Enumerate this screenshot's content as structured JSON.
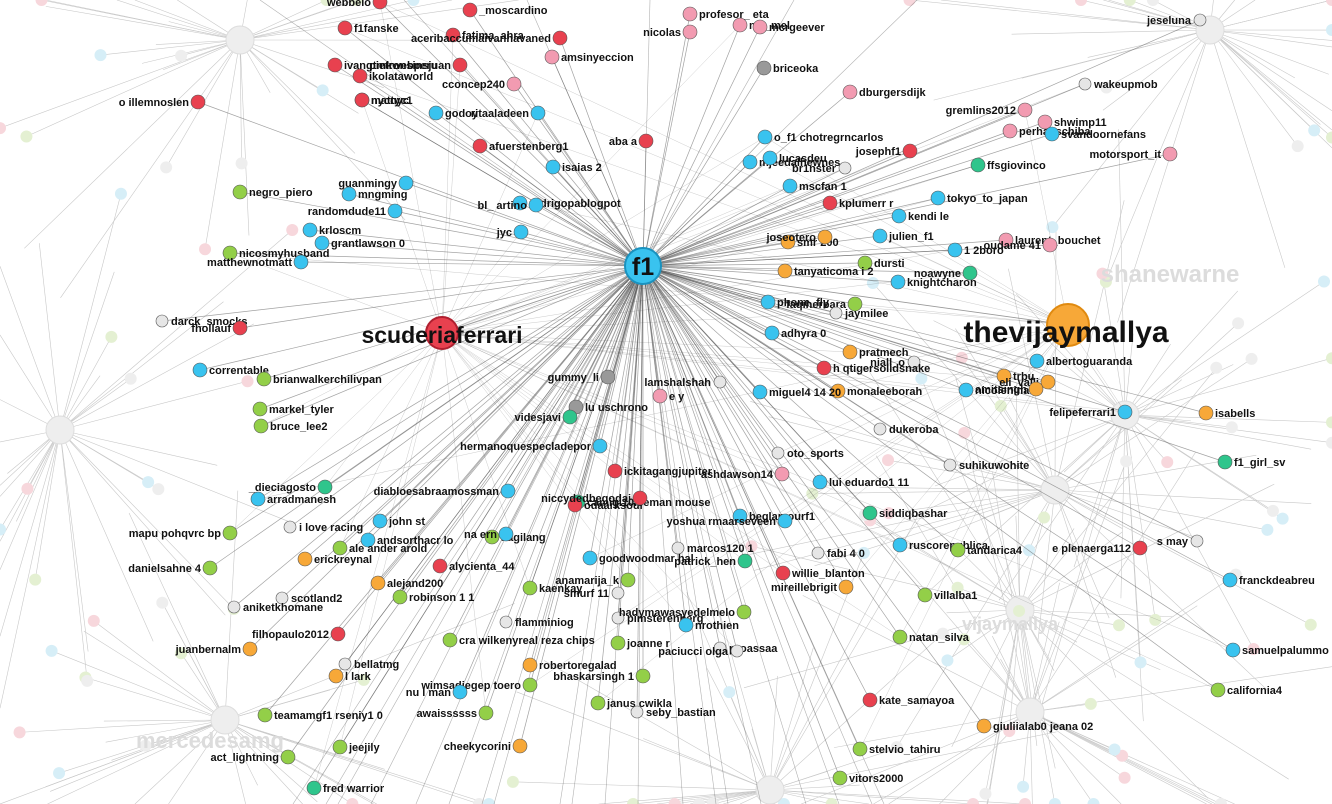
{
  "hub": {
    "label": "f1"
  },
  "colors": {
    "red": "#e8414f",
    "blue": "#39c3ef",
    "green": "#93cf48",
    "orange": "#f7a838",
    "pink": "#f29bb1",
    "teal": "#2fc58c",
    "gray": "#999999",
    "faint": "#e6e6e6",
    "edge": "#555555",
    "faint_edge": "#c8c8c8"
  },
  "big_labels": [
    {
      "label": "scuderiaferrari",
      "color": "red"
    },
    {
      "label": "thevijaymallya",
      "color": "orange"
    }
  ],
  "faint_labels": [
    "shanewarne",
    "mercedesamg",
    "vijaymallya"
  ],
  "nodes": [
    {
      "label": "webbelo",
      "c": "red"
    },
    {
      "label": "_moscardino",
      "c": "red"
    },
    {
      "label": "profesor_ eta",
      "c": "pink"
    },
    {
      "label": "nicolas",
      "c": "pink"
    },
    {
      "label": "mc_mel",
      "c": "pink"
    },
    {
      "label": "mcrgeever",
      "c": "pink"
    },
    {
      "label": "jeseluna",
      "c": "faint"
    },
    {
      "label": "f1fanske",
      "c": "red"
    },
    {
      "label": "fatima_ahra",
      "c": "red"
    },
    {
      "label": "aceribaccumaivanhavaned",
      "c": "red"
    },
    {
      "label": "amsinyeccion",
      "c": "pink"
    },
    {
      "label": "ivangtmkwebperu",
      "c": "red"
    },
    {
      "label": "pietronsinsjuan",
      "c": "red"
    },
    {
      "label": "briceoka",
      "c": "gray"
    },
    {
      "label": "ikolataworld",
      "c": "red"
    },
    {
      "label": "cconcep240",
      "c": "pink"
    },
    {
      "label": "wakeupmob",
      "c": "faint"
    },
    {
      "label": "dburgersdijk",
      "c": "pink"
    },
    {
      "label": "o illemnoslen",
      "c": "red"
    },
    {
      "label": "mattyc1",
      "c": "red"
    },
    {
      "label": "nycnyc",
      "c": "red"
    },
    {
      "label": "gremlins2012",
      "c": "pink"
    },
    {
      "label": "shwimp11",
      "c": "pink"
    },
    {
      "label": "godoy",
      "c": "blue"
    },
    {
      "label": "ritaaladeen",
      "c": "blue"
    },
    {
      "label": "perhapschiba",
      "c": "pink"
    },
    {
      "label": "svandoornefans",
      "c": "blue"
    },
    {
      "label": "aba a",
      "c": "red"
    },
    {
      "label": "o_f1 chotregrncarlos",
      "c": "blue"
    },
    {
      "label": "afuerstenberg1",
      "c": "red"
    },
    {
      "label": "josephf1",
      "c": "red"
    },
    {
      "label": "mjeedalhewnes",
      "c": "blue"
    },
    {
      "label": "ffsgiovinco",
      "c": "teal"
    },
    {
      "label": "motorsport_it",
      "c": "pink"
    },
    {
      "label": "isaias 2",
      "c": "blue"
    },
    {
      "label": "lucasdeu",
      "c": "blue"
    },
    {
      "label": "br1nster",
      "c": "faint"
    },
    {
      "label": "negro_piero",
      "c": "green"
    },
    {
      "label": "mngming",
      "c": "blue"
    },
    {
      "label": "guanmingy",
      "c": "blue"
    },
    {
      "label": "mscfan 1",
      "c": "blue"
    },
    {
      "label": "rodrigopablogpot",
      "c": "blue"
    },
    {
      "label": "bl_ artino",
      "c": "blue"
    },
    {
      "label": "kplumerr r",
      "c": "red"
    },
    {
      "label": "tokyo_to_japan",
      "c": "blue"
    },
    {
      "label": "randomdude11",
      "c": "blue"
    },
    {
      "label": "krloscm",
      "c": "blue"
    },
    {
      "label": "kendi le",
      "c": "blue"
    },
    {
      "label": "jyc",
      "c": "blue"
    },
    {
      "label": "julien_f1",
      "c": "blue"
    },
    {
      "label": "smr 200",
      "c": "orange"
    },
    {
      "label": "joseotero",
      "c": "orange"
    },
    {
      "label": "1 2boro",
      "c": "blue"
    },
    {
      "label": "laurent_bouchet",
      "c": "pink"
    },
    {
      "label": "oudame 41",
      "c": "pink"
    },
    {
      "label": "grantlawson 0",
      "c": "blue"
    },
    {
      "label": "nicosmyhusband",
      "c": "green"
    },
    {
      "label": "matthewnotmatt",
      "c": "blue"
    },
    {
      "label": "dursti",
      "c": "green"
    },
    {
      "label": "tanyaticoma i 2",
      "c": "orange"
    },
    {
      "label": "noawyne",
      "c": "teal"
    },
    {
      "label": "knightcharon",
      "c": "blue"
    },
    {
      "label": "phone_fly",
      "c": "blue"
    },
    {
      "label": "faqiherbara",
      "c": "green"
    },
    {
      "label": "jaymilee",
      "c": "faint"
    },
    {
      "label": "darck_smocks",
      "c": "faint"
    },
    {
      "label": "fhollauf",
      "c": "red"
    },
    {
      "label": "adhyra 0",
      "c": "blue"
    },
    {
      "label": "pratmech",
      "c": "orange"
    },
    {
      "label": "niall_o",
      "c": "faint"
    },
    {
      "label": "albertoguaranda",
      "c": "blue"
    },
    {
      "label": "trbu",
      "c": "orange"
    },
    {
      "label": "eli_valli",
      "c": "orange"
    },
    {
      "label": "correntable",
      "c": "blue"
    },
    {
      "label": "brianwalkerchilivpan",
      "c": "green"
    },
    {
      "label": "gummy_li",
      "c": "gray"
    },
    {
      "label": "h qtigersolidsnake",
      "c": "red"
    },
    {
      "label": "monaleeborah",
      "c": "orange"
    },
    {
      "label": "lamshalshah",
      "c": "faint"
    },
    {
      "label": "miguel4 14 20",
      "c": "blue"
    },
    {
      "label": "nicoleninaf",
      "c": "blue"
    },
    {
      "label": "amitsingh",
      "c": "orange"
    },
    {
      "label": "e y",
      "c": "pink"
    },
    {
      "label": "lu uschrono",
      "c": "gray"
    },
    {
      "label": "felipeferrari1",
      "c": "blue"
    },
    {
      "label": "isabells",
      "c": "orange"
    },
    {
      "label": "markel_tyler",
      "c": "green"
    },
    {
      "label": "videsjavi",
      "c": "teal"
    },
    {
      "label": "bruce_lee2",
      "c": "green"
    },
    {
      "label": "dukeroba",
      "c": "faint"
    },
    {
      "label": "hermanoquespecladepor",
      "c": "blue"
    },
    {
      "label": "oto_sports",
      "c": "faint"
    },
    {
      "label": "ickitagangjupiter",
      "c": "red"
    },
    {
      "label": "ashdawson14",
      "c": "pink"
    },
    {
      "label": "suhikuwohite",
      "c": "faint"
    },
    {
      "label": "f1_girl_sv",
      "c": "teal"
    },
    {
      "label": "_dieciagosto",
      "c": "teal"
    },
    {
      "label": "lui eduardo1 11",
      "c": "blue"
    },
    {
      "label": "arradmanesh",
      "c": "blue"
    },
    {
      "label": "diabloesabraamossman",
      "c": "blue"
    },
    {
      "label": "camigi10iceman mouse",
      "c": "teal"
    },
    {
      "label": "odaarksoul",
      "c": "red"
    },
    {
      "label": "niccydedbegodaj",
      "c": "red"
    },
    {
      "label": "beglamourf1",
      "c": "blue"
    },
    {
      "label": "siddiqbashar",
      "c": "teal"
    },
    {
      "label": "yoshua rmaarseveen",
      "c": "blue"
    },
    {
      "label": "i love racing",
      "c": "faint"
    },
    {
      "label": "john st",
      "c": "blue"
    },
    {
      "label": "mapu pohqvrc bp",
      "c": "green"
    },
    {
      "label": "andsorthacr lo",
      "c": "blue"
    },
    {
      "label": "aagilang",
      "c": "green"
    },
    {
      "label": "na ern",
      "c": "blue"
    },
    {
      "label": "ruscorepublica",
      "c": "blue"
    },
    {
      "label": "tandarica4",
      "c": "green"
    },
    {
      "label": "s may",
      "c": "faint"
    },
    {
      "label": "erickreynal",
      "c": "orange"
    },
    {
      "label": "ale ander arold",
      "c": "green"
    },
    {
      "label": "e plenaerga112",
      "c": "red"
    },
    {
      "label": "marcos120 1",
      "c": "faint"
    },
    {
      "label": "goodwoodmar hal",
      "c": "blue"
    },
    {
      "label": "patrick_hen",
      "c": "teal"
    },
    {
      "label": "fabi 4 0",
      "c": "faint"
    },
    {
      "label": "alycienta_44",
      "c": "red"
    },
    {
      "label": "danielsahne 4",
      "c": "green"
    },
    {
      "label": "willie_blanton",
      "c": "red"
    },
    {
      "label": "franckdeabreu",
      "c": "blue"
    },
    {
      "label": "mireillebrigit",
      "c": "orange"
    },
    {
      "label": "alejand200",
      "c": "orange"
    },
    {
      "label": "kaenkay",
      "c": "green"
    },
    {
      "label": "smurf 11",
      "c": "faint"
    },
    {
      "label": "scotland2",
      "c": "faint"
    },
    {
      "label": "robinson 1 1",
      "c": "green"
    },
    {
      "label": "anamarija_k",
      "c": "green"
    },
    {
      "label": "pimsterenberg",
      "c": "faint"
    },
    {
      "label": "aniketkhomane",
      "c": "faint"
    },
    {
      "label": "hadymawasyedelmelo",
      "c": "green"
    },
    {
      "label": "nrothien",
      "c": "blue"
    },
    {
      "label": "flamminiog",
      "c": "faint"
    },
    {
      "label": "filhopaulo2012",
      "c": "red"
    },
    {
      "label": "cra wilkenyreal reza chips",
      "c": "green"
    },
    {
      "label": "natan_silva",
      "c": "green"
    },
    {
      "label": "juanbernalm",
      "c": "orange"
    },
    {
      "label": "joanne r",
      "c": "green"
    },
    {
      "label": "proassaa",
      "c": "faint"
    },
    {
      "label": "paciucci olga",
      "c": "faint"
    },
    {
      "label": "robertoregalad",
      "c": "orange"
    },
    {
      "label": "bellatmg",
      "c": "faint"
    },
    {
      "label": "wimsadiegep toero",
      "c": "green"
    },
    {
      "label": "samuelpalummo",
      "c": "blue"
    },
    {
      "label": "l lark",
      "c": "orange"
    },
    {
      "label": "bhaskarsingh 1",
      "c": "green"
    },
    {
      "label": "kate_samayoa",
      "c": "red"
    },
    {
      "label": "california4",
      "c": "green"
    },
    {
      "label": "nu l man",
      "c": "blue"
    },
    {
      "label": "janus cwikla",
      "c": "green"
    },
    {
      "label": "teamamgf1 rseniy1 0",
      "c": "green"
    },
    {
      "label": "awaissssss",
      "c": "green"
    },
    {
      "label": "seby_bastian",
      "c": "faint"
    },
    {
      "label": "giuliialab0 jeana 02",
      "c": "orange"
    },
    {
      "label": "cheekycorini",
      "c": "orange"
    },
    {
      "label": "jeejily",
      "c": "green"
    },
    {
      "label": "stelvio_tahiru",
      "c": "green"
    },
    {
      "label": "act_lightning",
      "c": "green"
    },
    {
      "label": "vitors2000",
      "c": "green"
    },
    {
      "label": "fred warrior",
      "c": "teal"
    },
    {
      "label": "villalba1",
      "c": "green"
    }
  ]
}
